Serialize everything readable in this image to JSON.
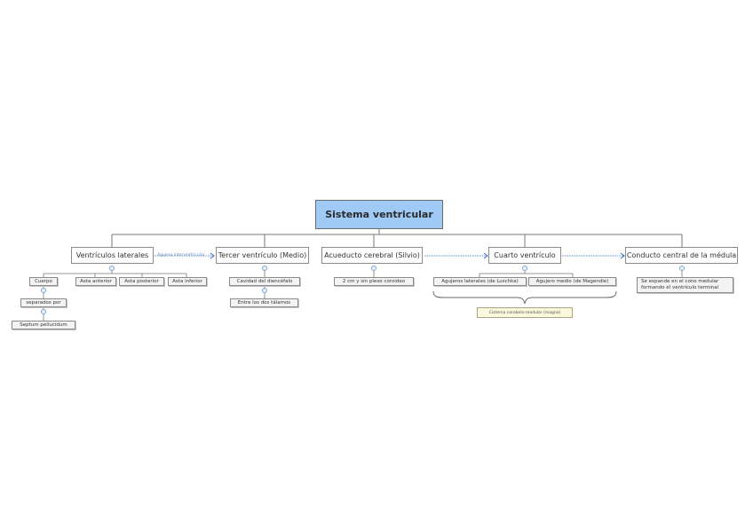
{
  "root": {
    "label": "Sistema ventricular"
  },
  "branches": {
    "laterales": {
      "label": "Ventrículos laterales",
      "children": {
        "cuerpo": "Cuerpo",
        "separados": "separados por",
        "septum": "Septum pellucidum",
        "anterior": "Asta anterior",
        "posterior": "Asta posterior",
        "inferior": "Asta inferior"
      }
    },
    "tercer": {
      "label": "Tercer ventrículo (Medio)",
      "children": {
        "cavidad": "Cavidad del diencéfalo",
        "talamos": "Entre los dos tálamos"
      }
    },
    "acueducto": {
      "label": "Acueducto cerebral (Silvio)",
      "children": {
        "plexo": "2 cm y sin plexo coroideo"
      }
    },
    "cuarto": {
      "label": "Cuarto ventrículo",
      "children": {
        "luschka": "Agujeros laterales (de Luschka)",
        "magendie": "Agujero medio (de Magendie)",
        "cisterna": "Cisterna cerebelo-medular (magna)"
      }
    },
    "conducto": {
      "label": "Conducto central de la médula",
      "children": {
        "cono": "Se expande en el cono medular formando el ventrículo terminal"
      }
    }
  },
  "connectors": {
    "interventricular": "Agujero interventricular"
  },
  "colors": {
    "root_fill": "#9fcaf5",
    "line": "#777777",
    "relation_arrow": "#2f66c4",
    "note_fill": "#fbf9dc"
  }
}
